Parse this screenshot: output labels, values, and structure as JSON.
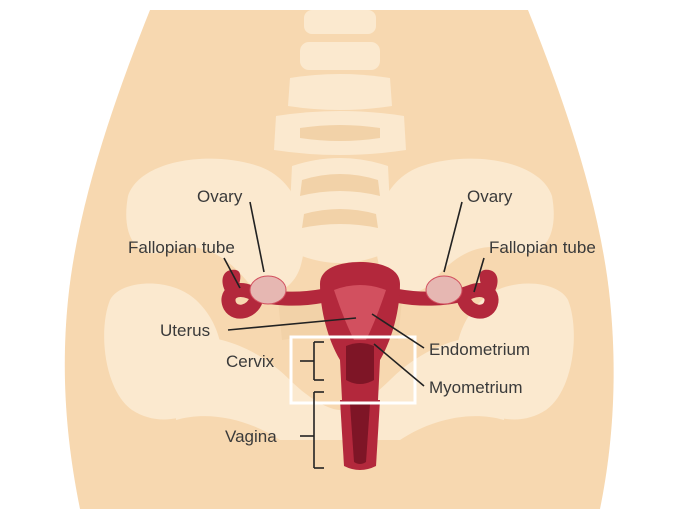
{
  "labels": {
    "ovary_left": "Ovary",
    "ovary_right": "Ovary",
    "fallopian_left": "Fallopian tube",
    "fallopian_right": "Fallopian tube",
    "uterus": "Uterus",
    "endometrium": "Endometrium",
    "cervix": "Cervix",
    "myometrium": "Myometrium",
    "vagina": "Vagina"
  },
  "colors": {
    "background": "#ffffff",
    "skin": "#f7d8b0",
    "bone": "#fbe9cf",
    "bone_shadow": "#f2d2a8",
    "organ": "#b3283c",
    "organ_dark": "#7e1526",
    "organ_light": "#d2505f",
    "ovary": "#e6b7b2",
    "leader": "#222222",
    "highlight_box": "#ffffff"
  }
}
